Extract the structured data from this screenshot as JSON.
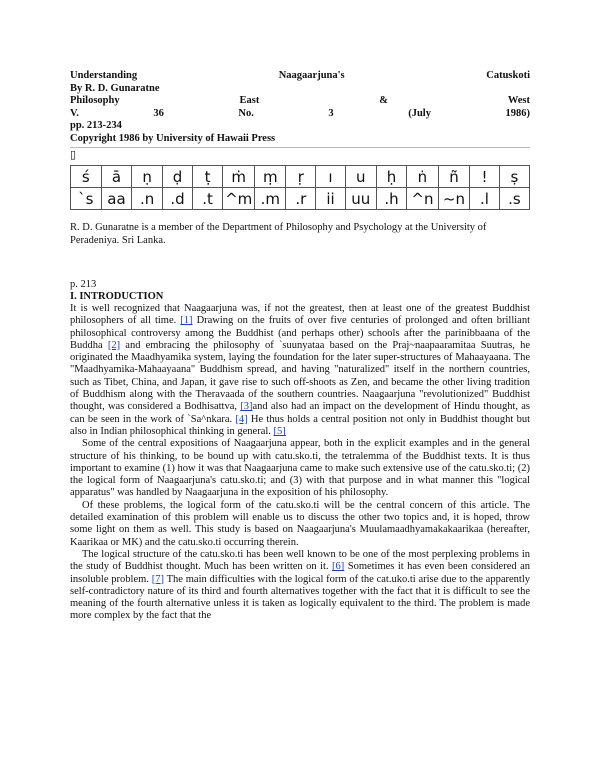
{
  "header": {
    "row1": [
      "Understanding",
      "Naagaarjuna's",
      "Catuskoti"
    ],
    "row2": "By R. D. Gunaratne",
    "row3": [
      "Philosophy",
      "East",
      "&",
      "West"
    ],
    "row4": [
      "V.",
      "36",
      "No.",
      "3",
      "(July",
      "1986)"
    ],
    "row5": "pp. 213-234",
    "copyright": "Copyright 1986 by University of Hawaii Press",
    "glyph": "▯"
  },
  "translit_table": {
    "diacritics": [
      "ś",
      "ā",
      "ṇ",
      "ḍ",
      "ṭ",
      "ṁ",
      "ṃ",
      "ṛ",
      "ı",
      "u",
      "ḥ",
      "ṅ",
      "ñ",
      "!",
      "ṣ"
    ],
    "ascii": [
      "`s",
      "aa",
      ".n",
      ".d",
      ".t",
      "^m",
      ".m",
      ".r",
      "ii",
      "uu",
      ".h",
      "^n",
      "~n",
      ".l",
      ".s"
    ]
  },
  "bio": "R. D. Gunaratne is a member of the Department of Philosophy and Psychology at the University of Peradeniya. Sri Lanka.",
  "page_number": "p. 213",
  "section_title": "I. INTRODUCTION",
  "p1": {
    "t1": "It is well recognized that Naagaarjuna was, if not the greatest, then at least one of the greatest Buddhist philosophers of all time. ",
    "f1": "[1]",
    "t2": " Drawing on the fruits of over five centuries of prolonged and often brilliant philosophical controversy among the Buddhist (and perhaps other) schools after the parinibbaana of the Buddha ",
    "f2": "[2]",
    "t3": " and embracing the philosophy of `suunyataa based on the Praj~naapaaramitaa Suutras, he originated the Maadhyamika system, laying the foundation for the later super-structures of Mahaayaana. The \"Maadhyamika-Mahaayaana\" Buddhism spread, and having \"naturalized\" itself in the northern countries, such as Tibet, China, and Japan, it gave rise to such off-shoots as Zen, and became the other living tradition of Buddhism along with the Theravaada of the southern countries. Naagaarjuna \"revolutionized\" Buddhist thought, was considered a Bodhisattva, ",
    "f3": "[3]",
    "t4": "and also had an impact on the development of Hindu thought, as can be seen in the work of `Sa^nkara. ",
    "f4": "[4]",
    "t5": " He thus holds a central position not only in Buddhist thought but also in Indian philosophical thinking in general. ",
    "f5": "[5]"
  },
  "p2": "Some of the central expositions of Naagaarjuna appear, both in the explicit examples and in the general structure of his thinking, to be bound up with catu.sko.ti, the tetralemma of the Buddhist texts. It is thus important to examine (1) how it was that Naagaarjuna came to make such extensive use of the catu.sko.ti; (2) the logical form of Naagaarjuna's catu.sko.ti; and (3) with that purpose and in what manner this \"logical apparatus\" was handled by Naagaarjuna in the exposition of his philosophy.",
  "p3": "Of these problems, the logical form of the catu.sko.ti will be the central concern of this article. The detailed examination of this problem will enable us to discuss the other two topics and, it is hoped, throw some light on them as well. This study is based on Naagaarjuna's Muulamaadhyamakakaarikaa (hereafter, Kaarikaa or MK) and the catu.sko.ti occurring therein.",
  "p4": {
    "t1": "The logical structure of the catu.sko.ti has been well known to be one of the most perplexing problems in the study of Buddhist thought. Much has been written on it. ",
    "f6": "[6]",
    "t2": " Sometimes it has even been considered an insoluble problem. ",
    "f7": "[7]",
    "t3": " The main difficulties with the logical form of the cat.uko.ti arise due to the apparently self-contradictory nature of its third and fourth alternatives together with the fact that it is difficult to see the meaning of the fourth alternative unless it is taken as logically equivalent to the third. The problem is made more complex by the fact that the"
  },
  "colors": {
    "link": "#1a3fd6",
    "text": "#111111"
  }
}
